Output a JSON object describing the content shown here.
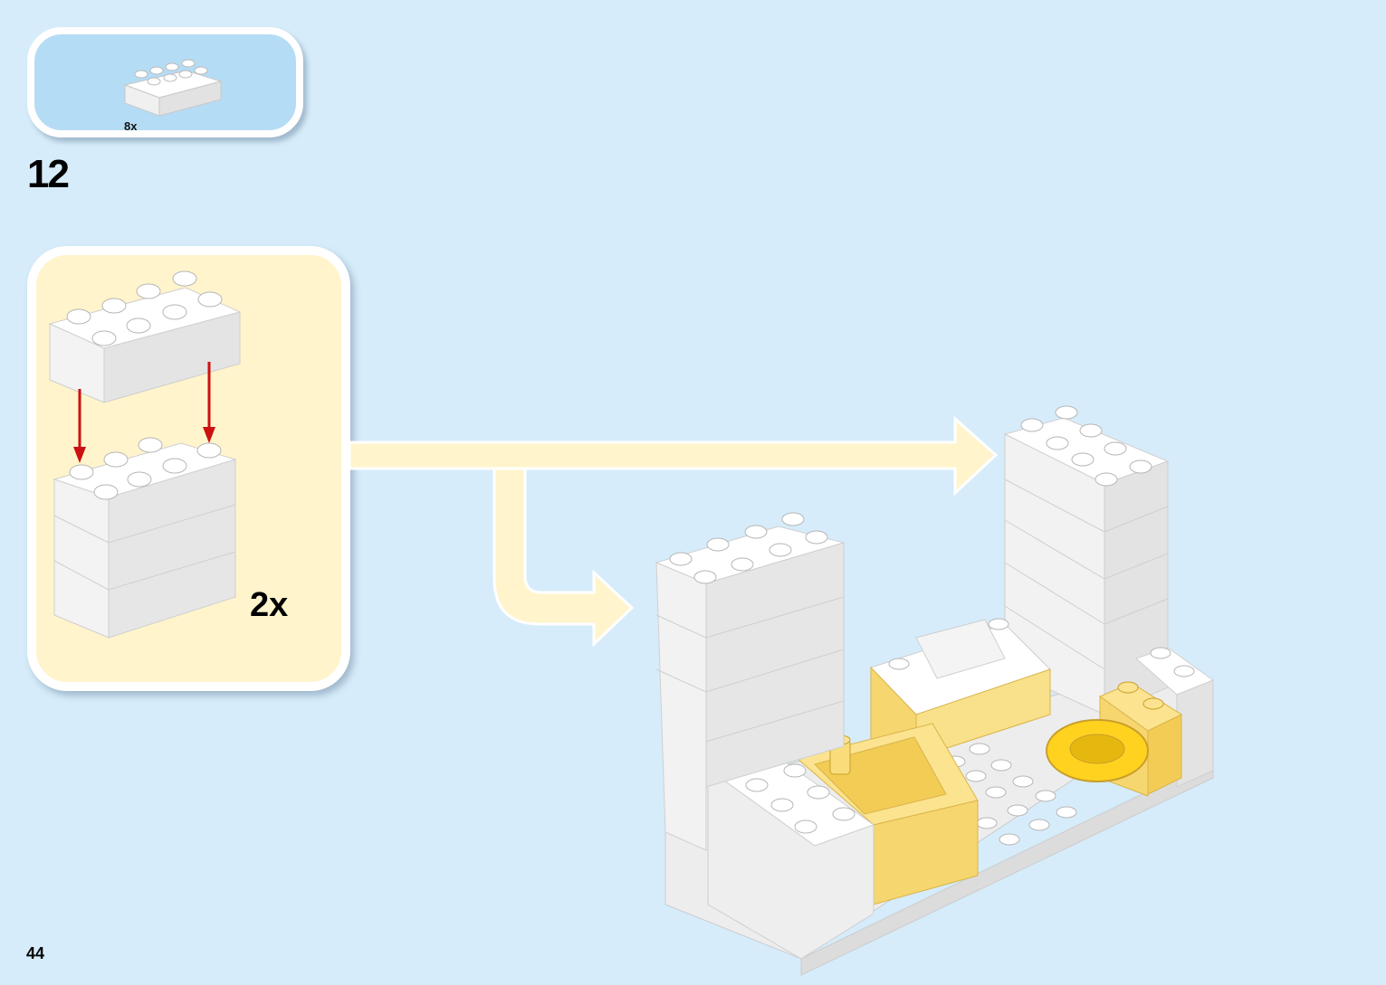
{
  "parts_callout": {
    "count_label": "8x",
    "part": "white-duplo-2x4-brick-icon"
  },
  "step": {
    "number": "12"
  },
  "sub_assembly": {
    "multiplier": "2x"
  },
  "page": {
    "number": "44"
  },
  "colors": {
    "background": "#d6ecfa",
    "parts_callout_fill": "#b5dcf5",
    "sub_assembly_fill": "#fff4cc",
    "arrow_fill": "#fff4cc",
    "brick_white": "#ffffff",
    "brick_yellow": "#f6d66e",
    "arrow_red": "#cc1111"
  }
}
